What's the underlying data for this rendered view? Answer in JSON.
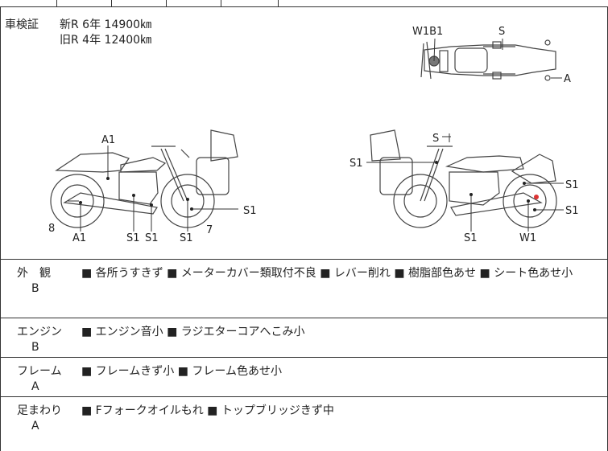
{
  "shaken": {
    "label": "車検証",
    "rows": [
      "新R 6年 14900㎞",
      "旧R 4年 12400㎞"
    ]
  },
  "top_view_labels": [
    "W1B1",
    "S",
    "A"
  ],
  "left_side_labels": [
    "A1",
    "8",
    "A1",
    "S1",
    "S1",
    "S1",
    "7",
    "S1"
  ],
  "right_side_labels": [
    "S",
    "S1",
    "S1",
    "S1",
    "S1",
    "W1"
  ],
  "conditions": [
    {
      "name": "外　観",
      "grade": "B",
      "text": "■ 各所うすきず ■ メーターカバー類取付不良 ■ レバー削れ ■ 樹脂部色あせ ■ シート色あせ小"
    },
    {
      "name": "エンジン",
      "grade": "B",
      "text": "■ エンジン音小 ■ ラジエターコアへこみ小"
    },
    {
      "name": "フレーム",
      "grade": "A",
      "text": "■ フレームきず小 ■ フレーム色あせ小"
    },
    {
      "name": "足まわり",
      "grade": "A",
      "text": "■ Fフォークオイルもれ ■ トップブリッジきず中"
    }
  ]
}
